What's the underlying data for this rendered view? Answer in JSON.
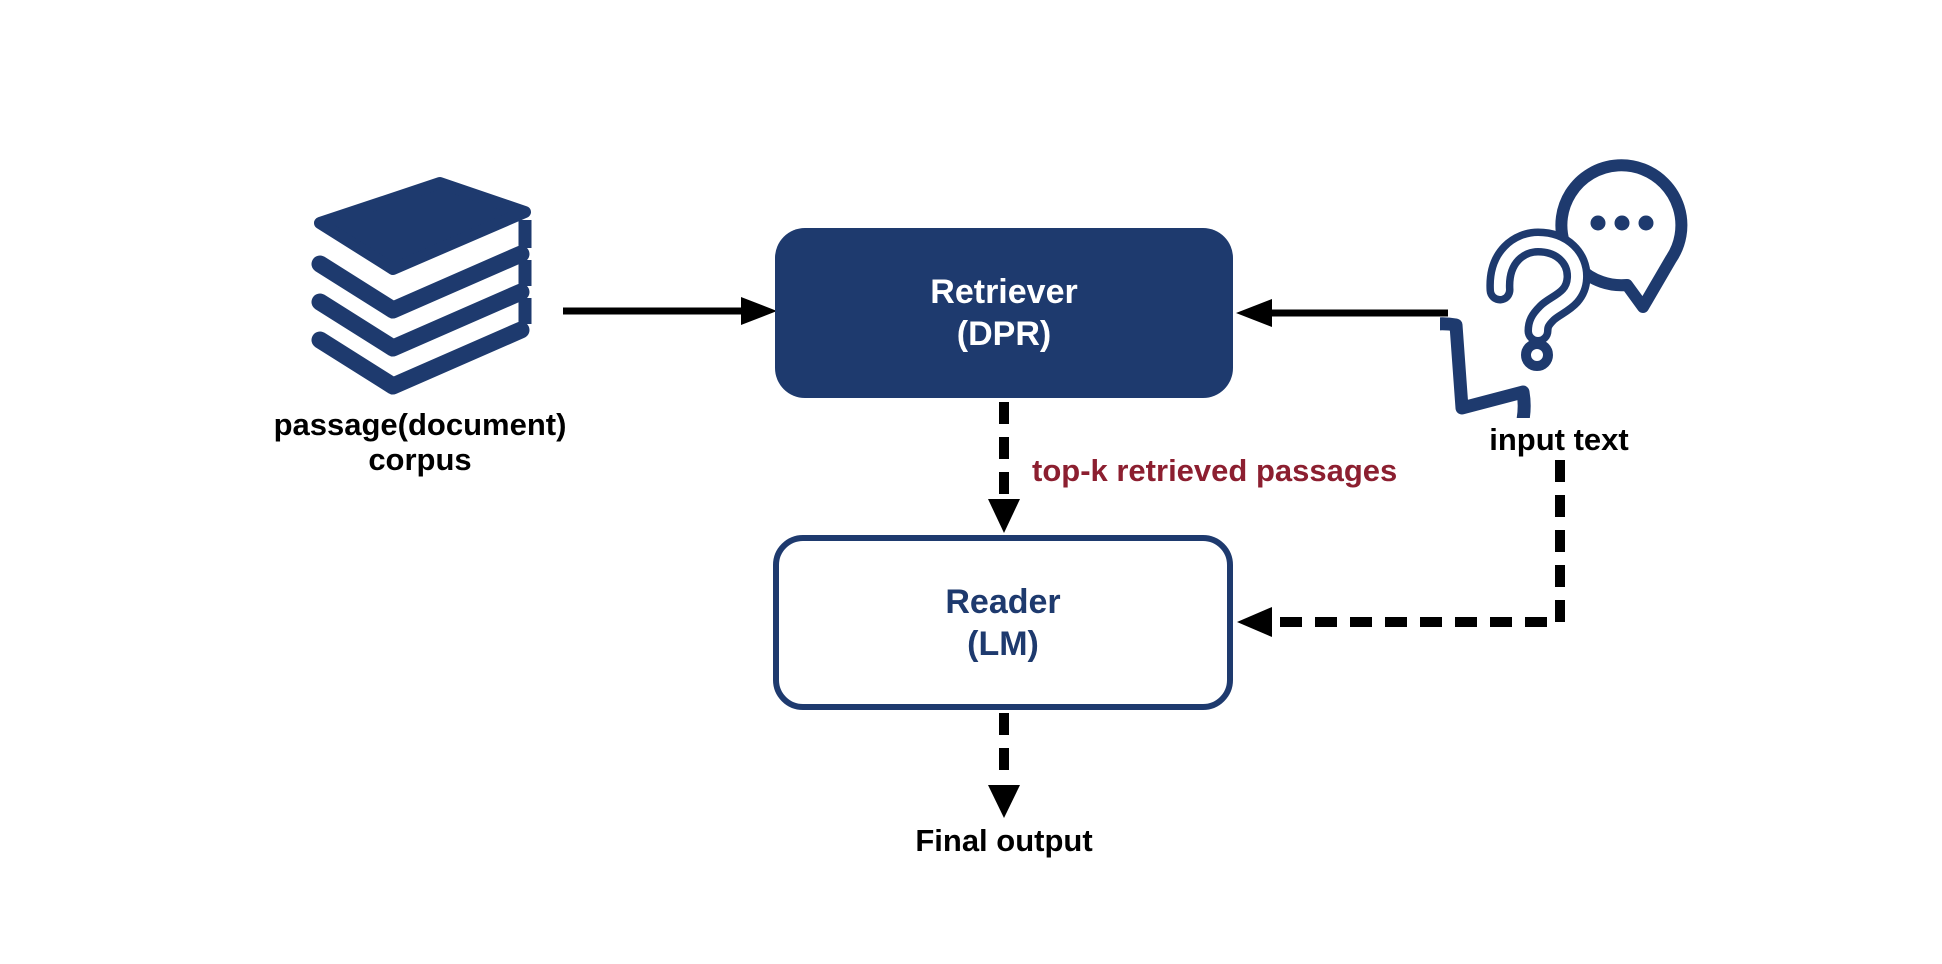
{
  "colors": {
    "navy": "#1e3a6e",
    "maroon": "#8c1f30",
    "black": "#000000",
    "background": "#ffffff"
  },
  "nodes": {
    "corpus": {
      "label": "passage(document)\ncorpus",
      "icon": "books-stack-icon"
    },
    "retriever": {
      "title": "Retriever",
      "subtitle": "(DPR)"
    },
    "input": {
      "label": "input text",
      "icon": "question-speech-bubbles-icon"
    },
    "reader": {
      "title": "Reader",
      "subtitle": "(LM)"
    },
    "final_output": {
      "label": "Final output"
    }
  },
  "edges": [
    {
      "from": "corpus",
      "to": "retriever",
      "style": "solid",
      "label": ""
    },
    {
      "from": "input",
      "to": "retriever",
      "style": "solid",
      "label": ""
    },
    {
      "from": "retriever",
      "to": "reader",
      "style": "dashed",
      "label": "top-k retrieved passages",
      "label_color": "#8c1f30"
    },
    {
      "from": "input",
      "to": "reader",
      "style": "dashed",
      "label": ""
    },
    {
      "from": "reader",
      "to": "final_output",
      "style": "dashed",
      "label": ""
    }
  ]
}
